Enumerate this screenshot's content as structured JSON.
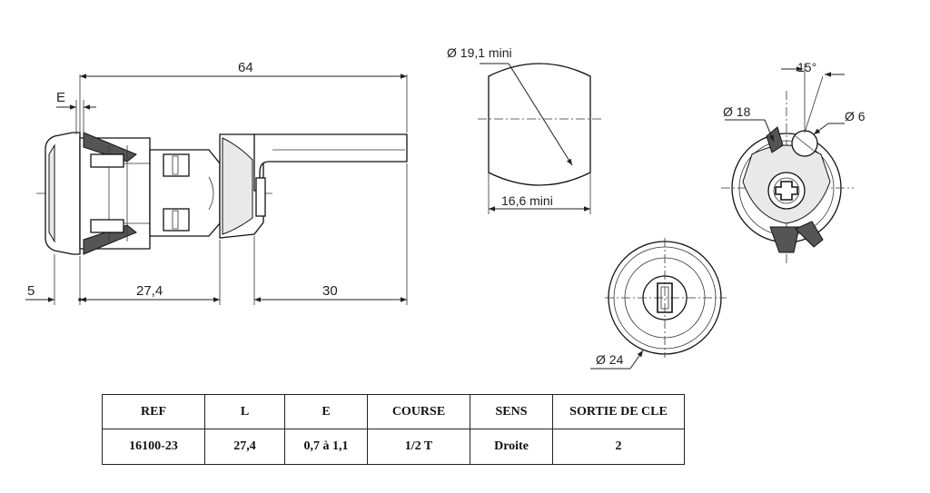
{
  "side_view": {
    "dim_overall": "64",
    "dim_e": "E",
    "dim_left": "5",
    "dim_body": "27,4",
    "dim_handle": "30"
  },
  "cutout_view": {
    "dim_diameter": "Ø 19,1 mini",
    "dim_flat": "16,6 mini"
  },
  "back_view": {
    "dim_angle": "15°",
    "dim_d18": "Ø 18",
    "dim_d6": "Ø 6"
  },
  "front_view": {
    "dim_d24": "Ø 24"
  },
  "table": {
    "headers": [
      "REF",
      "L",
      "E",
      "COURSE",
      "SENS",
      "SORTIE DE CLE"
    ],
    "row": [
      "16100-23",
      "27,4",
      "0,7 à 1,1",
      "1/2 T",
      "Droite",
      "2"
    ]
  }
}
